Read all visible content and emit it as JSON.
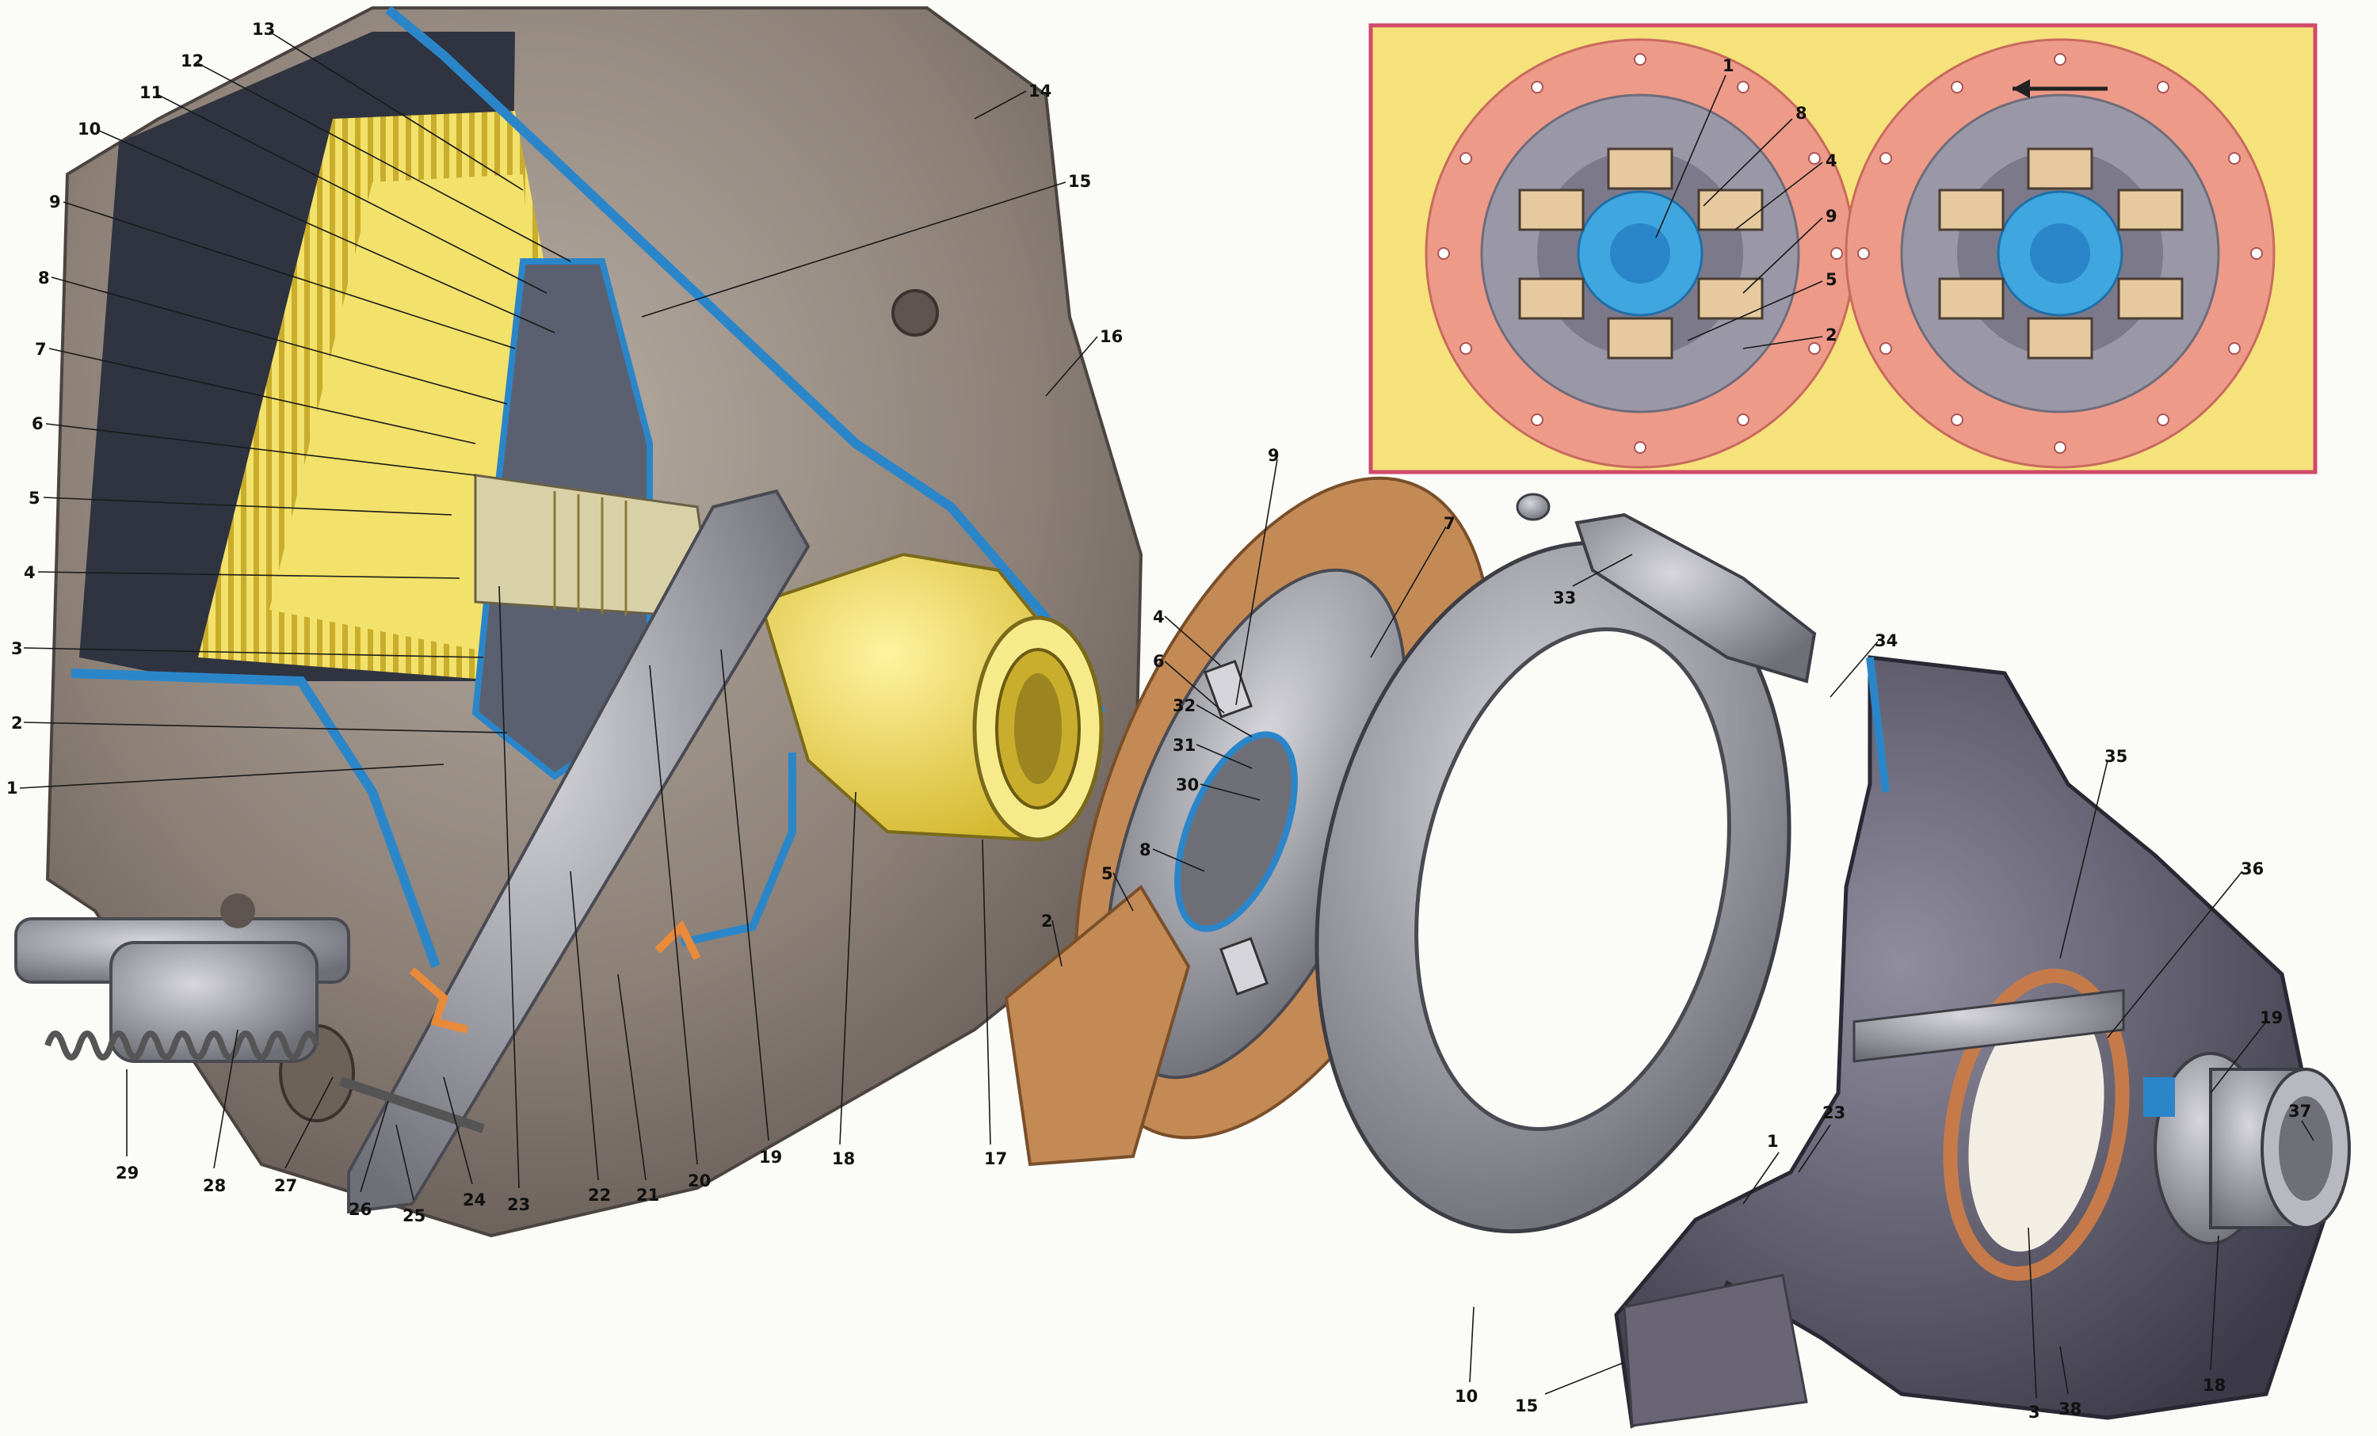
{
  "callouts": {
    "n1": "1",
    "n2": "2",
    "n3": "3",
    "n4": "4",
    "n5": "5",
    "n6": "6",
    "n7": "7",
    "n8": "8",
    "n9": "9",
    "n10": "10",
    "n11": "11",
    "n12": "12",
    "n13": "13",
    "n14": "14",
    "n15": "15",
    "n16": "16",
    "n17": "17",
    "n18": "18",
    "n19": "19",
    "n20": "20",
    "n21": "21",
    "n22": "22",
    "n23": "23",
    "n24": "24",
    "n25": "25",
    "n26": "26",
    "n27": "27",
    "n28": "28",
    "n29": "29",
    "n30": "30",
    "n31": "31",
    "n32": "32",
    "n33": "33",
    "n34": "34",
    "n35": "35",
    "n36": "36",
    "n37": "37",
    "n38": "38"
  },
  "colors": {
    "housing": "#8f8378",
    "housing_dark": "#5d5450",
    "section_blue": "#2b86c9",
    "flywheel_yellow": "#f2e16a",
    "friction_lining": "#c48a55",
    "inset_bg": "#f5e27a",
    "inset_border": "#d14a6a",
    "inset_disc": "#ee9a88",
    "hub_blue": "#3fa6df",
    "steel": "#9a9aa3"
  },
  "icons": {
    "inset": "damper-disc-comparison",
    "main": "clutch-cutaway",
    "parts": "clutch-exploded-parts"
  }
}
